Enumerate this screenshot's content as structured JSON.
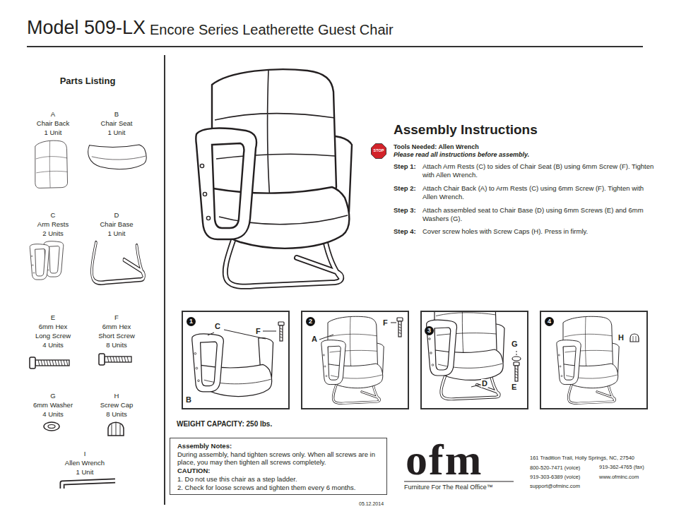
{
  "diagram": {
    "title": "Model 509-LX",
    "nodes": [
      {
        "text": [
          "STOP"
        ]
      },
      {
        "text": [
          "C",
          "F",
          "B"
        ]
      },
      {
        "text": [
          "1"
        ],
        "in": 1
      },
      {
        "text": [
          "F",
          "A"
        ]
      },
      {
        "text": [
          "2"
        ],
        "in": 3
      },
      {
        "text": [
          "G",
          "D",
          "E"
        ]
      },
      {
        "text": [
          "3"
        ],
        "in": 5
      },
      {
        "text": [
          "H"
        ]
      },
      {
        "text": [
          "4"
        ],
        "in": 7
      },
      {
        "text": [
          "Assembly Notes:",
          "During assembly, hand tighten screws only. When all screws are in place, you may then tighten all screws completely.",
          "CAUTION:",
          "1. Do not use this chair as a step ladder.",
          "2. Check for loose screws and tighten them every 6 months."
        ]
      }
    ],
    "labels": [
      "Encore Series Leatherette Guest Chair",
      "Parts Listing",
      "A",
      "Chair Back",
      "1 Unit",
      "B",
      "Chair Seat",
      "1 Unit",
      "C",
      "Arm Rests",
      "2 Units",
      "D",
      "Chair Base",
      "1 Unit",
      "E",
      "6mm Hex Long Screw",
      "4 Units",
      "F",
      "6mm Hex Short Screw",
      "8 Units",
      "G",
      "6mm Washer",
      "4 Units",
      "H",
      "Screw Cap",
      "8 Units",
      "I",
      "Allen Wrench",
      "1 Unit",
      "Assembly Instructions",
      "Tools Needed: Allen Wrench",
      "Please read all instructions before assembly.",
      "Step 1:",
      "Attach Arm Rests (C) to sides of Chair Seat (B) using 6mm Screw (F). Tighten with Allen Wrench.",
      "Step 2:",
      "Attach Chair Back (A) to Arm Rests (C) using 6mm Screw (F). Tighten with Allen Wrench.",
      "Step 3:",
      "Attach assembled seat to Chair Base (D) using 6mm Screws (E) and 6mm Washers (G).",
      "Step 4:",
      "Cover screw holes with Screw Caps (H). Press in firmly.",
      "WEIGHT CAPACITY: 250 lbs.",
      "ofm",
      "Furniture For The Real Office™",
      "161 Tradition Trail, Holly Springs, NC, 27540",
      "800-520-7471 (voice)",
      "919-362-4765 (fax)",
      "919-303-6389 (voice)",
      "www.ofminc.com",
      "support@ofminc.com",
      "05.12.2014"
    ]
  }
}
